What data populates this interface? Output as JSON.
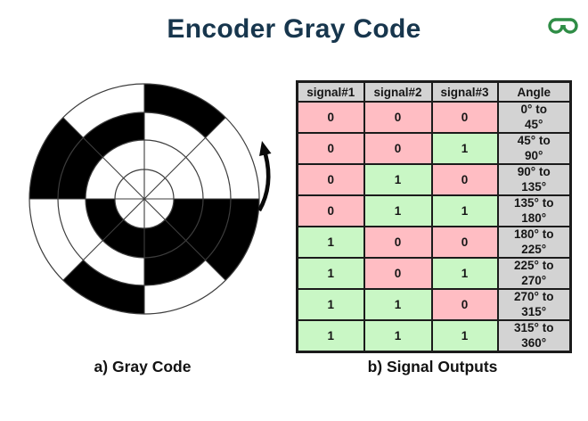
{
  "header": {
    "title": "Encoder Gray Code",
    "logo_icon": "geeksforgeeks-logo"
  },
  "colors": {
    "title": "#17364d",
    "logo_green": "#2f8d46",
    "cell_zero": "#ffbdc3",
    "cell_one": "#c9f7c5",
    "cell_gray": "#d3d3d3",
    "border": "#1b1b1b",
    "disk_black": "#000000",
    "disk_line": "#3d3d3d"
  },
  "table": {
    "headers": [
      "signal#1",
      "signal#2",
      "signal#3",
      "Angle"
    ],
    "rows": [
      {
        "signals": [
          0,
          0,
          0
        ],
        "angle": "0° to\n45°"
      },
      {
        "signals": [
          0,
          0,
          1
        ],
        "angle": "45° to\n90°"
      },
      {
        "signals": [
          0,
          1,
          0
        ],
        "angle": "90° to\n135°"
      },
      {
        "signals": [
          0,
          1,
          1
        ],
        "angle": "135° to\n180°"
      },
      {
        "signals": [
          1,
          0,
          0
        ],
        "angle": "180° to\n225°"
      },
      {
        "signals": [
          1,
          0,
          1
        ],
        "angle": "225° to\n270°"
      },
      {
        "signals": [
          1,
          1,
          0
        ],
        "angle": "270° to\n315°"
      },
      {
        "signals": [
          1,
          1,
          1
        ],
        "angle": "315° to\n360°"
      }
    ]
  },
  "disk": {
    "sectors": 8,
    "tracks": 3,
    "rotation": "counterclockwise"
  },
  "captions": {
    "disk": "a) Gray Code",
    "table": "b) Signal Outputs"
  }
}
